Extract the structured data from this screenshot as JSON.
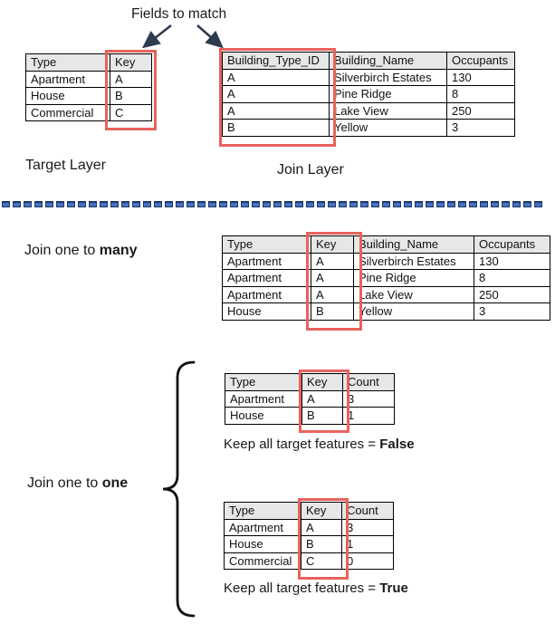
{
  "title": "Fields to match",
  "colors": {
    "highlight_red": "#e8625d",
    "table_header_bg": "#e8e7e7",
    "divider_blue": "#4472c4",
    "divider_dark_blue": "#1f3864",
    "arrow_navy": "#2e3b4e"
  },
  "target_layer": {
    "label": "Target Layer",
    "highlighted_column": "Key",
    "table": {
      "headers": [
        "Type",
        "Key"
      ],
      "rows": [
        [
          "Apartment",
          "A"
        ],
        [
          "House",
          "B"
        ],
        [
          "Commercial",
          "C"
        ]
      ]
    }
  },
  "join_layer": {
    "label": "Join Layer",
    "highlighted_column": "Building_Type_ID",
    "table": {
      "headers": [
        "Building_Type_ID",
        "Building_Name",
        "Occupants"
      ],
      "rows": [
        [
          "A",
          "Silverbirch Estates",
          "130"
        ],
        [
          "A",
          "Pine Ridge",
          "8"
        ],
        [
          "A",
          "Lake View",
          "250"
        ],
        [
          "B",
          "Yellow",
          "3"
        ]
      ]
    }
  },
  "one_to_many": {
    "label_prefix": "Join one to ",
    "label_bold": "many",
    "highlighted_column": "Key",
    "table": {
      "headers": [
        "Type",
        "Key",
        "Building_Name",
        "Occupants"
      ],
      "rows": [
        [
          "Apartment",
          "A",
          "Silverbirch Estates",
          "130"
        ],
        [
          "Apartment",
          "A",
          "Pine Ridge",
          "8"
        ],
        [
          "Apartment",
          "A",
          "Lake View",
          "250"
        ],
        [
          "House",
          "B",
          "Yellow",
          "3"
        ]
      ]
    }
  },
  "one_to_one": {
    "label_prefix": "Join one to ",
    "label_bold": "one",
    "highlighted_column": "Key",
    "false_table": {
      "headers": [
        "Type",
        "Key",
        "Count"
      ],
      "rows": [
        [
          "Apartment",
          "A",
          "3"
        ],
        [
          "House",
          "B",
          "1"
        ]
      ]
    },
    "false_caption_prefix": "Keep all target features = ",
    "false_caption_bold": "False",
    "true_table": {
      "headers": [
        "Type",
        "Key",
        "Count"
      ],
      "rows": [
        [
          "Apartment",
          "A",
          "3"
        ],
        [
          "House",
          "B",
          "1"
        ],
        [
          "Commercial",
          "C",
          "0"
        ]
      ]
    },
    "true_caption_prefix": "Keep all target features = ",
    "true_caption_bold": "True"
  }
}
